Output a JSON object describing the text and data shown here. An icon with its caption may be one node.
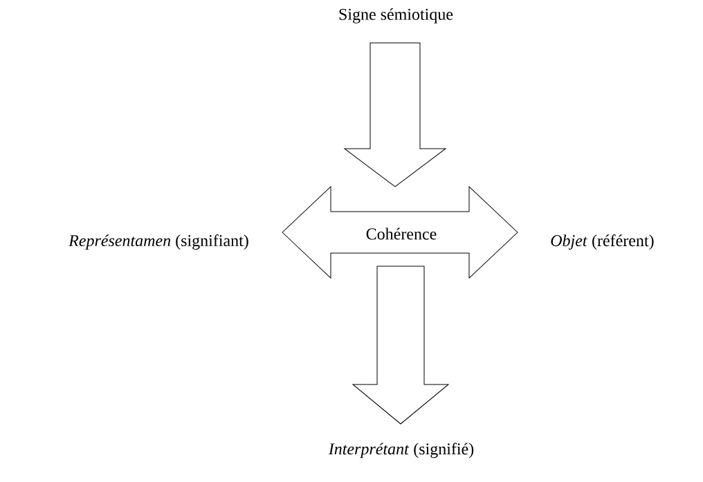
{
  "diagram": {
    "nodes": [
      {
        "text": [
          "Signe sémiotique"
        ]
      },
      {
        "text": [
          "*Représentamen* (signifiant)"
        ]
      },
      {
        "text": [
          "*Objet* (référent)"
        ]
      },
      {
        "text": [
          "*Interprétant* (signifié)"
        ]
      }
    ],
    "edges": [
      {
        "from": 0,
        "to": null,
        "arrow": "to"
      },
      {
        "from": 1,
        "to": 2,
        "arrow": "both",
        "label": "Cohérence"
      },
      {
        "from": null,
        "to": 3,
        "arrow": "to"
      }
    ]
  }
}
